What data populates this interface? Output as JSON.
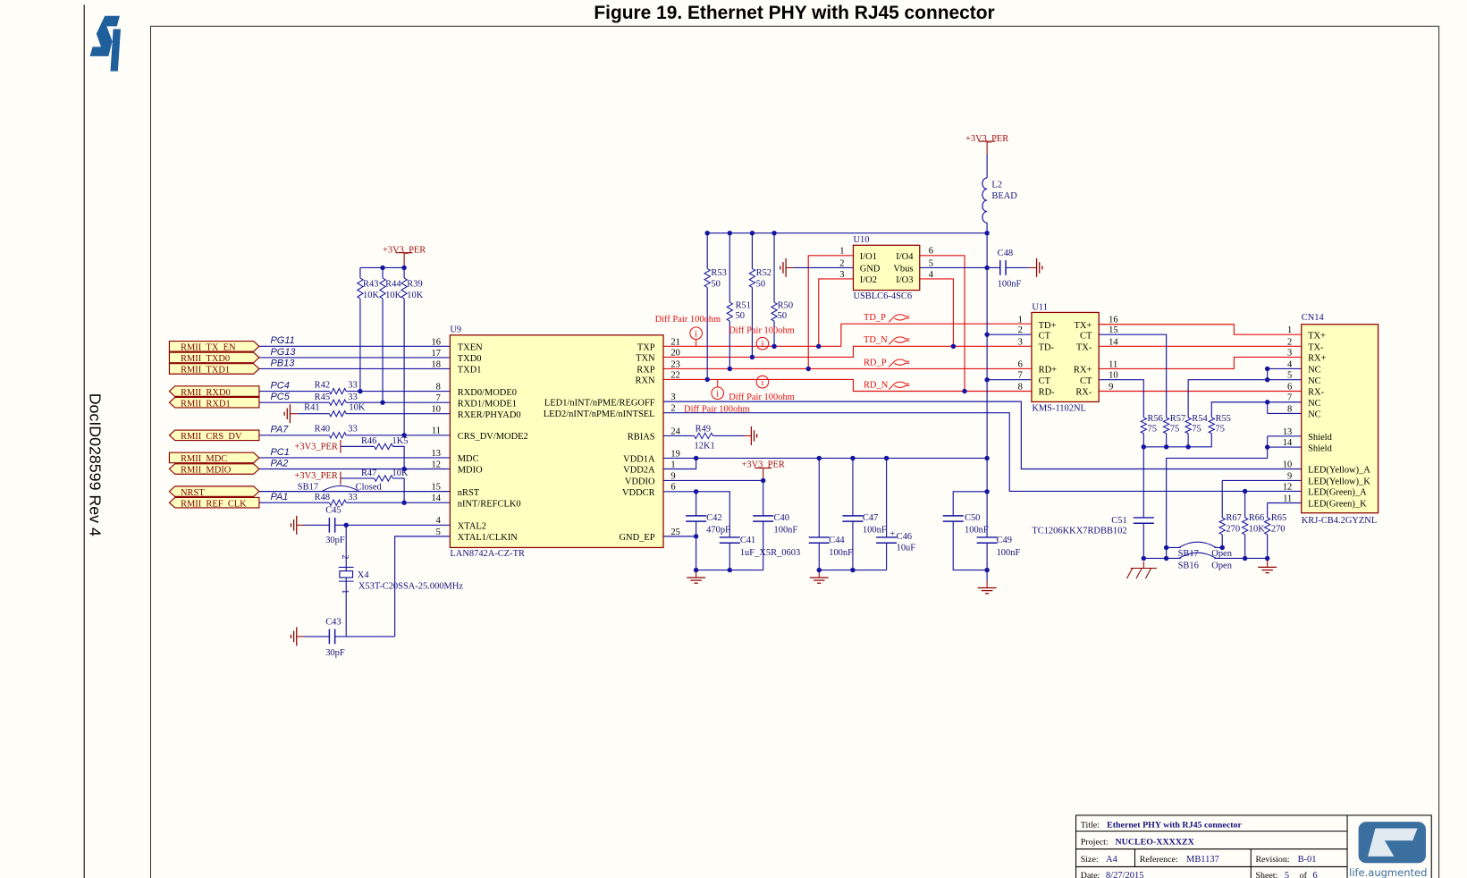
{
  "page": {
    "figure_title": "Figure 19. Ethernet PHY with RJ45 connector",
    "doc_id": "DocID028599 Rev 4",
    "logo": "ST",
    "watermark": "life.augmented"
  },
  "colors": {
    "wire": "#1515a0",
    "diff_wire": "#e01010",
    "outline": "#8b0000",
    "fill": "#ffffc0",
    "text": "#12127a"
  },
  "power_label": "+3V3_PER",
  "net_labels": [
    {
      "name": "RMII_TX_EN",
      "port": "PG11",
      "dir": "output"
    },
    {
      "name": "RMII_TXD0",
      "port": "PG13",
      "dir": "output"
    },
    {
      "name": "RMII_TXD1",
      "port": "PB13",
      "dir": "output"
    },
    {
      "name": "RMII_RXD0",
      "port": "PC4",
      "dir": "input"
    },
    {
      "name": "RMII_RXD1",
      "port": "PC5",
      "dir": "input"
    },
    {
      "name": "RMII_CRS_DV",
      "port": "PA7",
      "dir": "input"
    },
    {
      "name": "RMII_MDC",
      "port": "PC1",
      "dir": "output"
    },
    {
      "name": "RMII_MDIO",
      "port": "PA2",
      "dir": "bidir"
    },
    {
      "name": "NRST",
      "port": "",
      "dir": "bidir"
    },
    {
      "name": "RMII_REF_CLK",
      "port": "PA1",
      "dir": "input"
    }
  ],
  "u9": {
    "ref": "U9",
    "part": "LAN8742A-CZ-TR",
    "left_pins": [
      {
        "num": "16",
        "name": "TXEN"
      },
      {
        "num": "17",
        "name": "TXD0"
      },
      {
        "num": "18",
        "name": "TXD1"
      },
      {
        "num": "8",
        "name": "RXD0/MODE0"
      },
      {
        "num": "7",
        "name": "RXD1/MODE1"
      },
      {
        "num": "10",
        "name": "RXER/PHYAD0"
      },
      {
        "num": "11",
        "name": "CRS_DV/MODE2"
      },
      {
        "num": "13",
        "name": "MDC"
      },
      {
        "num": "12",
        "name": "MDIO"
      },
      {
        "num": "15",
        "name": "nRST"
      },
      {
        "num": "14",
        "name": "nINT/REFCLK0"
      },
      {
        "num": "4",
        "name": "XTAL2"
      },
      {
        "num": "5",
        "name": "XTAL1/CLKIN"
      }
    ],
    "right_pins": [
      {
        "num": "21",
        "name": "TXP"
      },
      {
        "num": "20",
        "name": "TXN"
      },
      {
        "num": "23",
        "name": "RXP"
      },
      {
        "num": "22",
        "name": "RXN"
      },
      {
        "num": "3",
        "name": "LED1/nINT/nPME/REGOFF"
      },
      {
        "num": "2",
        "name": "LED2/nINT/nPME/nINTSEL"
      },
      {
        "num": "24",
        "name": "RBIAS"
      },
      {
        "num": "19",
        "name": "VDD1A"
      },
      {
        "num": "1",
        "name": "VDD2A"
      },
      {
        "num": "9",
        "name": "VDDIO"
      },
      {
        "num": "6",
        "name": "VDDCR"
      },
      {
        "num": "25",
        "name": "GND_EP"
      }
    ]
  },
  "pullups": [
    {
      "ref": "R43",
      "value": "10K"
    },
    {
      "ref": "R44",
      "value": "10K"
    },
    {
      "ref": "R39",
      "value": "10K"
    }
  ],
  "series": {
    "r42": {
      "ref": "R42",
      "value": "33"
    },
    "r45": {
      "ref": "R45",
      "value": "33"
    },
    "r41": {
      "ref": "R41",
      "value": "10K"
    },
    "r40": {
      "ref": "R40",
      "value": "33"
    },
    "r46": {
      "ref": "R46",
      "value": "1K5"
    },
    "r47": {
      "ref": "R47",
      "value": "10K"
    },
    "sb17": {
      "ref": "SB17",
      "value": "Closed"
    },
    "r48": {
      "ref": "R48",
      "value": "33"
    }
  },
  "crystal": {
    "c45": {
      "ref": "C45",
      "value": "30pF"
    },
    "x4": {
      "ref": "X4",
      "part": "X53T-C20SSA-25.000MHz",
      "pin2": "2",
      "pin1": "1"
    },
    "c43": {
      "ref": "C43",
      "value": "30pF"
    }
  },
  "termination": [
    {
      "ref": "R53",
      "value": "50"
    },
    {
      "ref": "R52",
      "value": "50"
    },
    {
      "ref": "R51",
      "value": "50"
    },
    {
      "ref": "R50",
      "value": "50"
    }
  ],
  "diff_pair_label": "Diff Pair 100ohm",
  "diff_nets": [
    "TD_P",
    "TD_N",
    "RD_P",
    "RD_N"
  ],
  "u10": {
    "ref": "U10",
    "part": "USBLC6-4SC6",
    "left_pins": [
      {
        "num": "1",
        "name": "I/O1"
      },
      {
        "num": "2",
        "name": "GND"
      },
      {
        "num": "3",
        "name": "I/O2"
      }
    ],
    "right_pins": [
      {
        "num": "6",
        "name": "I/O4"
      },
      {
        "num": "5",
        "name": "Vbus"
      },
      {
        "num": "4",
        "name": "I/O3"
      }
    ]
  },
  "l2": {
    "ref": "L2",
    "value": "BEAD"
  },
  "c48": {
    "ref": "C48",
    "value": "100nF"
  },
  "r49": {
    "ref": "R49",
    "value": "12K1"
  },
  "decoupling": {
    "c42": {
      "ref": "C42",
      "value": "470pF"
    },
    "c41": {
      "ref": "C41",
      "value": "1uF_X5R_0603"
    },
    "c40": {
      "ref": "C40",
      "value": "100nF"
    },
    "c44": {
      "ref": "C44",
      "value": "100nF"
    },
    "c47": {
      "ref": "C47",
      "value": "100nF"
    },
    "c46": {
      "ref": "C46",
      "value": "10uF",
      "polarity": "+"
    },
    "c50": {
      "ref": "C50",
      "value": "100nF"
    },
    "c49": {
      "ref": "C49",
      "value": "100nF"
    }
  },
  "u11": {
    "ref": "U11",
    "part": "KMS-1102NL",
    "left_pins": [
      {
        "num": "1",
        "name": "TD+"
      },
      {
        "num": "2",
        "name": "CT"
      },
      {
        "num": "3",
        "name": "TD-"
      },
      {
        "num": "6",
        "name": "RD+"
      },
      {
        "num": "7",
        "name": "CT"
      },
      {
        "num": "8",
        "name": "RD-"
      }
    ],
    "right_pins": [
      {
        "num": "16",
        "name": "TX+"
      },
      {
        "num": "15",
        "name": "CT"
      },
      {
        "num": "14",
        "name": "TX-"
      },
      {
        "num": "11",
        "name": "RX+"
      },
      {
        "num": "10",
        "name": "CT"
      },
      {
        "num": "9",
        "name": "RX-"
      }
    ]
  },
  "cn14": {
    "ref": "CN14",
    "part": "KRJ-CB4.2GYZNL",
    "pins": [
      {
        "num": "1",
        "name": "TX+"
      },
      {
        "num": "2",
        "name": "TX-"
      },
      {
        "num": "3",
        "name": "RX+"
      },
      {
        "num": "4",
        "name": "NC"
      },
      {
        "num": "5",
        "name": "NC"
      },
      {
        "num": "6",
        "name": "RX-"
      },
      {
        "num": "7",
        "name": "NC"
      },
      {
        "num": "8",
        "name": "NC"
      },
      {
        "num": "13",
        "name": "Shield"
      },
      {
        "num": "14",
        "name": "Shield"
      },
      {
        "num": "10",
        "name": "LED(Yellow)_A"
      },
      {
        "num": "9",
        "name": "LED(Yellow)_K"
      },
      {
        "num": "12",
        "name": "LED(Green)_A"
      },
      {
        "num": "11",
        "name": "LED(Green)_K"
      }
    ]
  },
  "bob_smith": [
    {
      "ref": "R56",
      "value": "75"
    },
    {
      "ref": "R57",
      "value": "75"
    },
    {
      "ref": "R54",
      "value": "75"
    },
    {
      "ref": "R55",
      "value": "75"
    }
  ],
  "c51": {
    "ref": "C51",
    "part": "TC1206KKX7RDBB102"
  },
  "led_res": [
    {
      "ref": "R67",
      "value": "270"
    },
    {
      "ref": "R66",
      "value": "10K"
    },
    {
      "ref": "R65",
      "value": "270"
    }
  ],
  "bridges": {
    "sb17": {
      "ref": "SB17",
      "value": "Open"
    },
    "sb16": {
      "ref": "SB16",
      "value": "Open"
    }
  },
  "title_block": {
    "title_label": "Title:",
    "title": "Ethernet PHY with RJ45 connector",
    "project_label": "Project:",
    "project": "NUCLEO-XXXXZX",
    "size_label": "Size:",
    "size": "A4",
    "reference_label": "Reference:",
    "reference": "MB1137",
    "revision_label": "Revision:",
    "revision": "B-01",
    "date_label": "Date:",
    "date": "8/27/2015",
    "sheet_label": "Sheet:",
    "sheet": "5",
    "of_label": "of",
    "sheet_total": "6"
  }
}
